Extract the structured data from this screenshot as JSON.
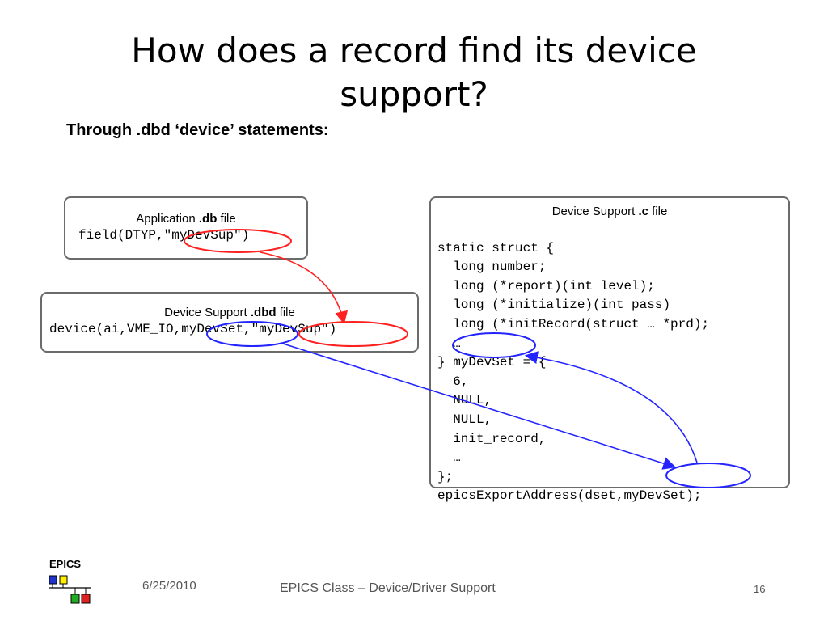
{
  "title": "How does a record find its device support?",
  "subtitle": "Through .dbd ‘device’ statements:",
  "app_box": {
    "caption_pre": "Application ",
    "caption_bold": ".db",
    "caption_post": " file",
    "code": "field(DTYP,\"myDevSup\")"
  },
  "dbd_box": {
    "caption_pre": "Device Support ",
    "caption_bold": ".dbd",
    "caption_post": " file",
    "code": "device(ai,VME_IO,myDevSet,\"myDevSup\")"
  },
  "c_box": {
    "caption_pre": "Device Support ",
    "caption_bold": ".c",
    "caption_post": " file",
    "lines": [
      "static struct {",
      "  long number;",
      "  long (*report)(int level);",
      "  long (*initialize)(int pass)",
      "  long (*initRecord(struct … *prd);",
      "  …",
      "} myDevSet = {",
      "  6,",
      "  NULL,",
      "  NULL,",
      "  init_record,",
      "  …",
      "};",
      "epicsExportAddress(dset,myDevSet);"
    ]
  },
  "colors": {
    "red_link": "#ff2020",
    "blue_link": "#2424ff",
    "box_border": "#6b6b6b"
  },
  "footer": {
    "logo_text": "EPICS",
    "date": "6/25/2010",
    "center": "EPICS Class – Device/Driver Support",
    "page": "16"
  }
}
